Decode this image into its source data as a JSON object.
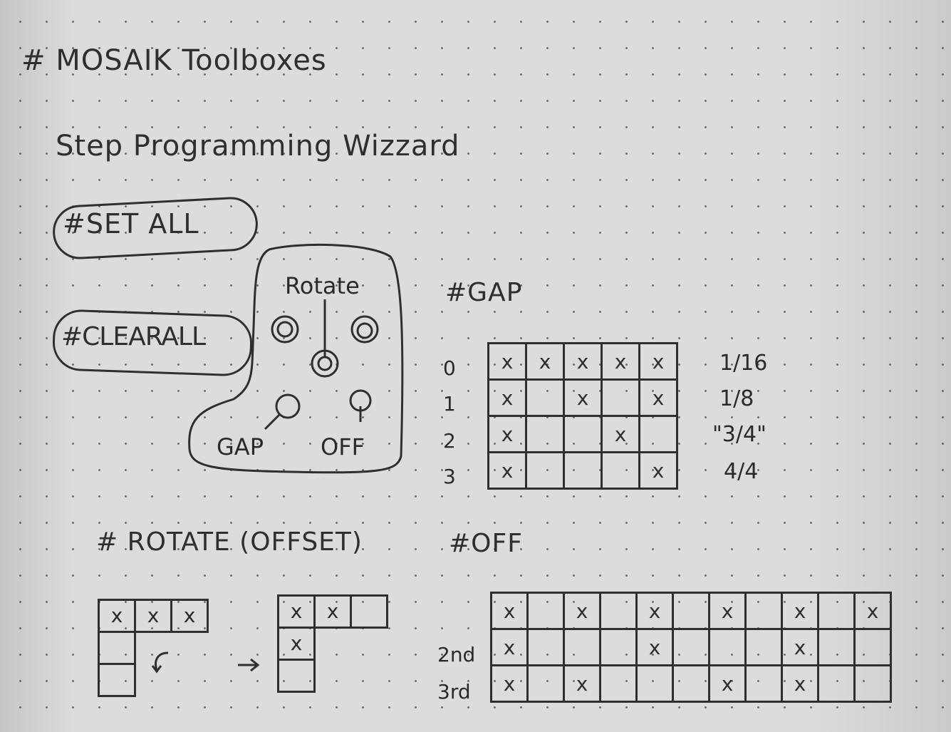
{
  "title": "# MOSAIK Toolboxes",
  "subtitle": "Step Programming Wizzard",
  "set_all": "#SET ALL",
  "clear_all": "#CLEARALL",
  "device": {
    "rotate_label": "Rotate",
    "gap_label": "GAP",
    "off_label": "OFF"
  },
  "gap_section": {
    "heading": "#GAP",
    "row_labels": [
      "0",
      "1",
      "2",
      "3"
    ],
    "ratios": [
      "1/16",
      "1/8",
      "\"3/4\"",
      "4/4"
    ],
    "rows": [
      [
        "x",
        "x",
        "x",
        "x",
        "x"
      ],
      [
        "x",
        "",
        "x",
        "",
        "x"
      ],
      [
        "x",
        "",
        "",
        "x",
        ""
      ],
      [
        "x",
        "",
        "",
        "",
        "x"
      ]
    ]
  },
  "rotate_section": {
    "heading": "# ROTATE (OFFSET)",
    "before_top": [
      "x",
      "x",
      "x"
    ],
    "after_top": [
      "x",
      "x",
      ""
    ],
    "after_mid": "x"
  },
  "off_section": {
    "heading": "#OFF",
    "row_labels": [
      "",
      "2nd",
      "3rd"
    ],
    "rows": [
      [
        "x",
        "",
        "x",
        "",
        "x",
        "",
        "x",
        "",
        "x",
        "",
        "x"
      ],
      [
        "x",
        "",
        "",
        "",
        "x",
        "",
        "",
        "",
        "x",
        "",
        ""
      ],
      [
        "x",
        "",
        "x",
        "",
        "",
        "",
        "x",
        "",
        "x",
        "",
        ""
      ]
    ]
  }
}
